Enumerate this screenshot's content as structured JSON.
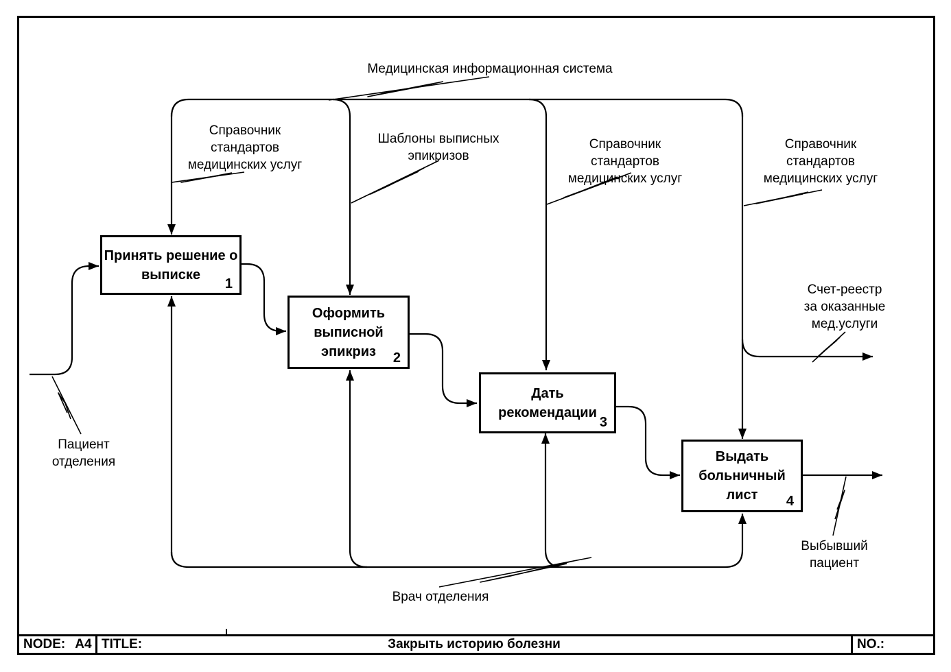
{
  "sheet": {
    "mis_label": "Медицинская информационная система",
    "controls": {
      "standards1": "Справочник\nстандартов\nмедицинских услуг",
      "templates": "Шаблоны выписных\nэпикризов",
      "standards2": "Справочник\nстандартов\nмедицинских услуг",
      "standards3": "Справочник\nстандартов\nмедицинских услуг"
    },
    "arrows": {
      "input_patient": "Пациент\nотделения",
      "mechanism_doctor": "Врач отделения",
      "output_invoice": "Счет-реестр\nза оказанные\nмед.услуги",
      "output_patient": "Выбывший\nпациент"
    },
    "activities": [
      {
        "name": "Принять решение о\nвыписке",
        "number": "1"
      },
      {
        "name": "Оформить\nвыписной\nэпикриз",
        "number": "2"
      },
      {
        "name": "Дать\nрекомендации",
        "number": "3"
      },
      {
        "name": "Выдать\nбольничный\nлист",
        "number": "4"
      }
    ],
    "colors": {
      "ink": "#000000",
      "paper": "#ffffff"
    }
  },
  "footer": {
    "node_label": "NODE:",
    "node_value": "A4",
    "title_label": "TITLE:",
    "title_value": "Закрыть историю болезни",
    "no_label": "NO.:"
  }
}
